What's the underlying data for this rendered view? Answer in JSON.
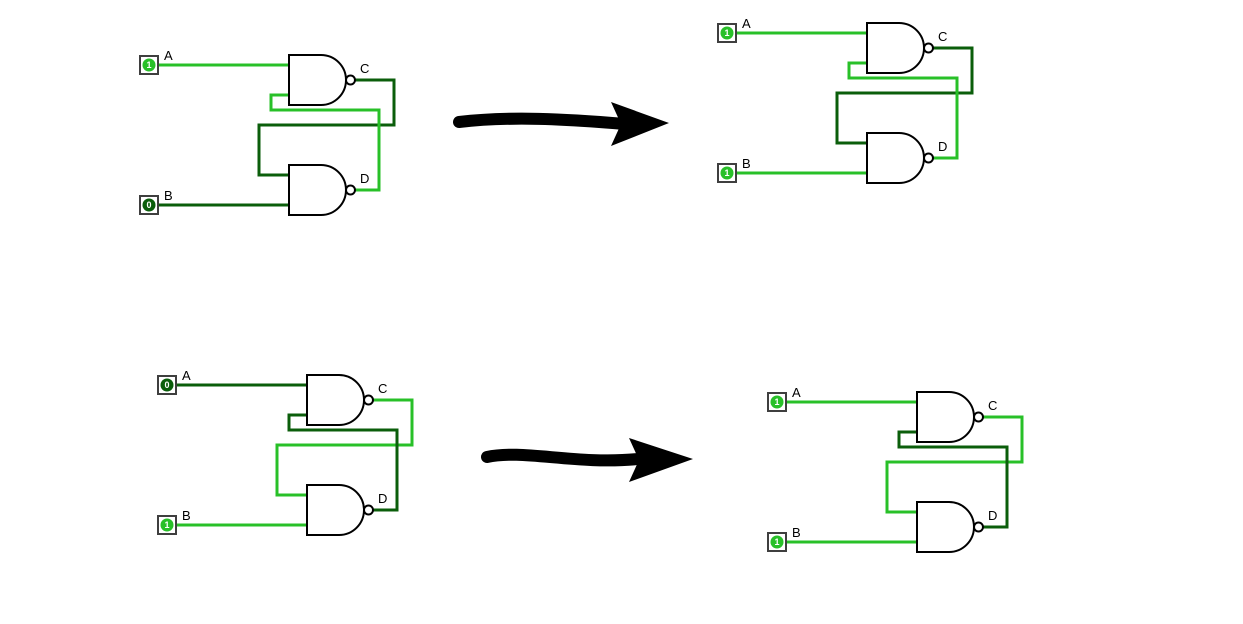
{
  "canvas": {
    "background": "#ffffff"
  },
  "colors": {
    "high": "#28c028",
    "low": "#0b5e0b",
    "gate_outline": "#000000",
    "pin_border": "#3f3f3f",
    "label": "#000000",
    "arrow": "#000000"
  },
  "circuits": [
    {
      "name": "sr-latch-top-left",
      "inputs": {
        "a": {
          "label": "A",
          "value": "1",
          "state": "high",
          "color": "#28c028"
        },
        "b": {
          "label": "B",
          "value": "0",
          "state": "low",
          "color": "#0b5e0b"
        }
      },
      "outputs": {
        "c": {
          "label": "C",
          "state": "low",
          "color": "#0b5e0b"
        },
        "d": {
          "label": "D",
          "state": "high",
          "color": "#28c028"
        }
      }
    },
    {
      "name": "sr-latch-top-right",
      "inputs": {
        "a": {
          "label": "A",
          "value": "1",
          "state": "high",
          "color": "#28c028"
        },
        "b": {
          "label": "B",
          "value": "1",
          "state": "high",
          "color": "#28c028"
        }
      },
      "outputs": {
        "c": {
          "label": "C",
          "state": "low",
          "color": "#0b5e0b"
        },
        "d": {
          "label": "D",
          "state": "high",
          "color": "#28c028"
        }
      }
    },
    {
      "name": "sr-latch-bottom-left",
      "inputs": {
        "a": {
          "label": "A",
          "value": "0",
          "state": "low",
          "color": "#0b5e0b"
        },
        "b": {
          "label": "B",
          "value": "1",
          "state": "high",
          "color": "#28c028"
        }
      },
      "outputs": {
        "c": {
          "label": "C",
          "state": "high",
          "color": "#28c028"
        },
        "d": {
          "label": "D",
          "state": "low",
          "color": "#0b5e0b"
        }
      }
    },
    {
      "name": "sr-latch-bottom-right",
      "inputs": {
        "a": {
          "label": "A",
          "value": "1",
          "state": "high",
          "color": "#28c028"
        },
        "b": {
          "label": "B",
          "value": "1",
          "state": "high",
          "color": "#28c028"
        }
      },
      "outputs": {
        "c": {
          "label": "C",
          "state": "high",
          "color": "#28c028"
        },
        "d": {
          "label": "D",
          "state": "low",
          "color": "#0b5e0b"
        }
      }
    }
  ],
  "arrows": [
    {
      "name": "transition-arrow-top",
      "color": "#000000"
    },
    {
      "name": "transition-arrow-bottom",
      "color": "#000000"
    }
  ]
}
